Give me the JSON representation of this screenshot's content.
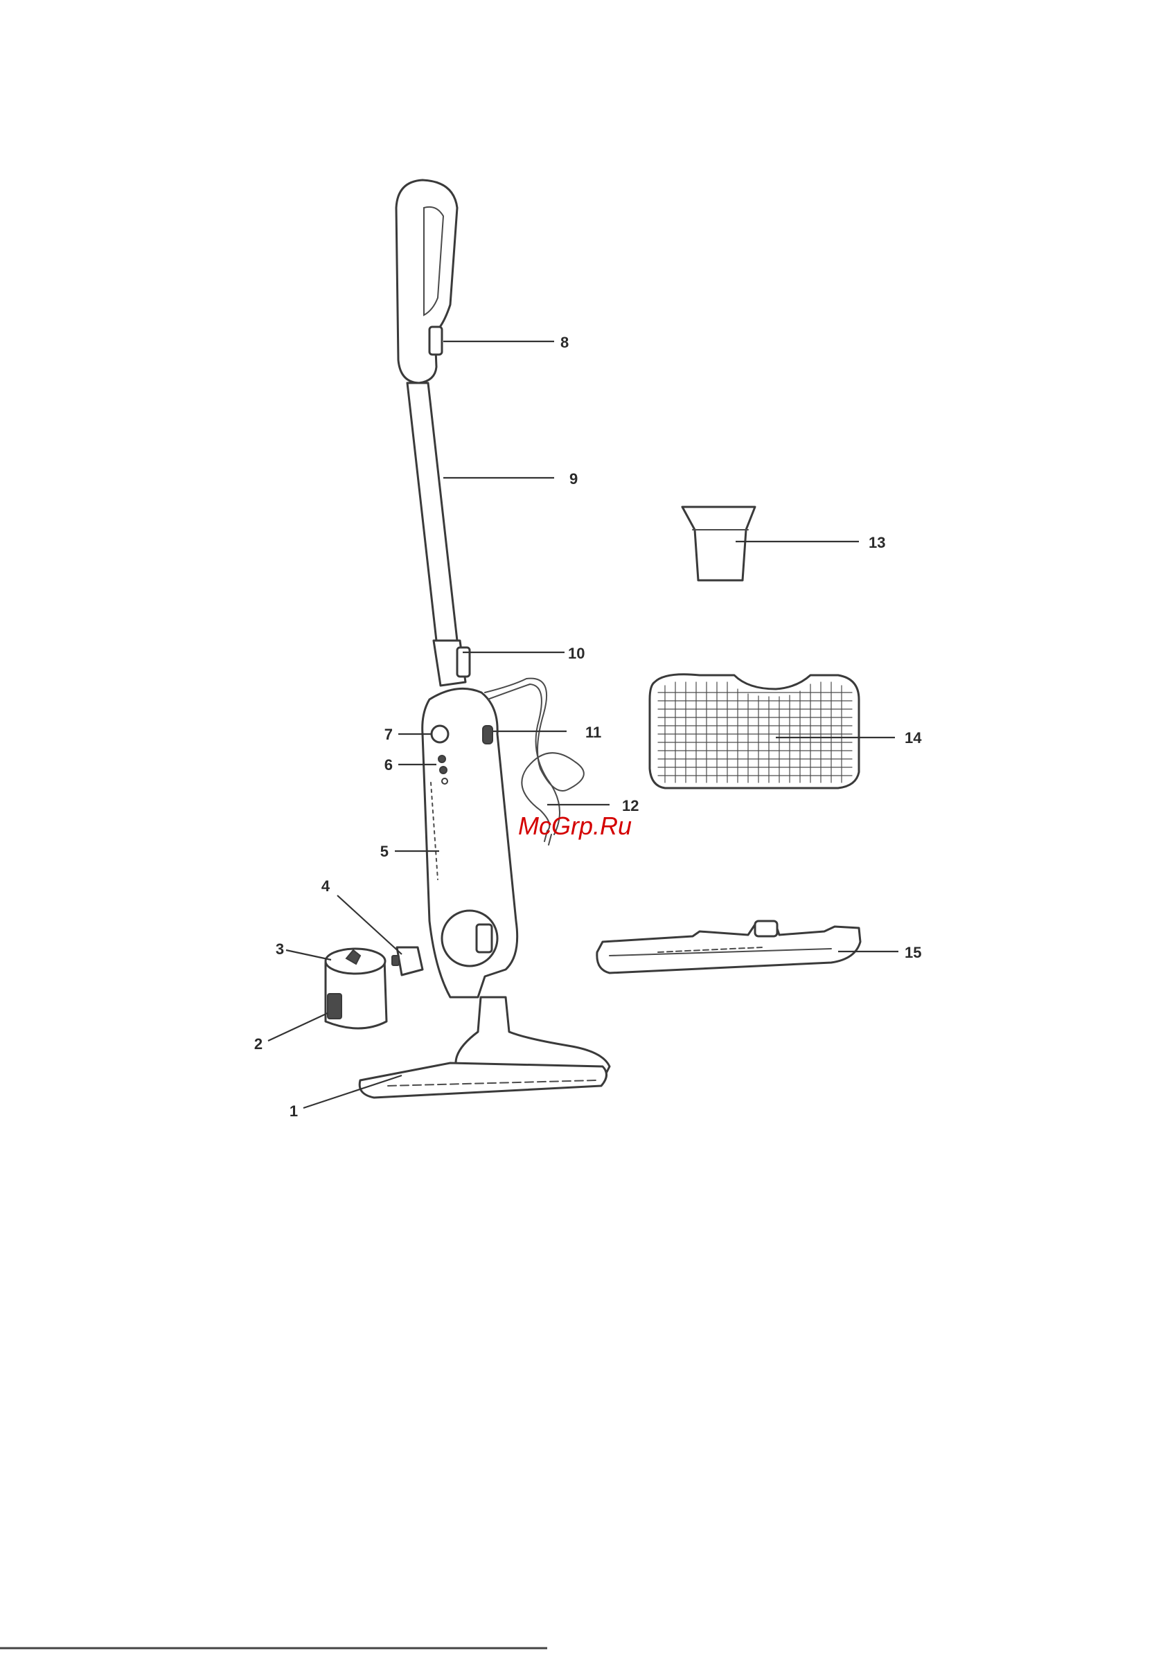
{
  "figure": {
    "callouts": [
      {
        "id": "c1",
        "label": "1"
      },
      {
        "id": "c2",
        "label": "2"
      },
      {
        "id": "c3",
        "label": "3"
      },
      {
        "id": "c4",
        "label": "4"
      },
      {
        "id": "c5",
        "label": "5"
      },
      {
        "id": "c6",
        "label": "6"
      },
      {
        "id": "c7",
        "label": "7"
      },
      {
        "id": "c8",
        "label": "8"
      },
      {
        "id": "c9",
        "label": "9"
      },
      {
        "id": "c10",
        "label": "10"
      },
      {
        "id": "c11",
        "label": "11"
      },
      {
        "id": "c12",
        "label": "12"
      },
      {
        "id": "c13",
        "label": "13"
      },
      {
        "id": "c14",
        "label": "14"
      },
      {
        "id": "c15",
        "label": "15"
      }
    ]
  },
  "watermark": {
    "text": "McGrp.Ru",
    "color": "#d40000"
  }
}
